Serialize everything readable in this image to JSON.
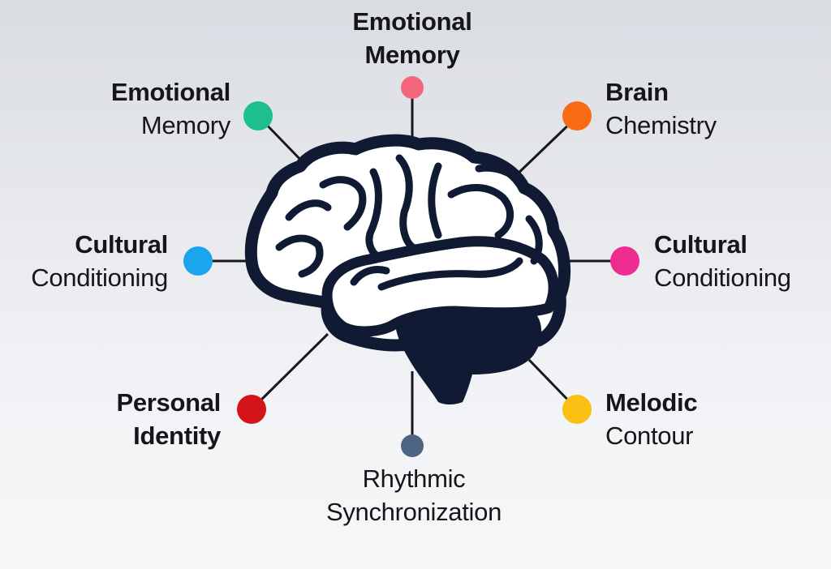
{
  "diagram": {
    "title": "",
    "center_node": {
      "name": "brain",
      "color": "#101a33"
    },
    "nodes": [
      {
        "id": "top",
        "line1": "Emotional",
        "line2": "Memory",
        "line1_bold": true,
        "line2_bold": true,
        "color": "#f2657b"
      },
      {
        "id": "top-left",
        "line1": "Emotional",
        "line2": "Memory",
        "line1_bold": true,
        "line2_bold": false,
        "color": "#1dbf8f"
      },
      {
        "id": "top-right",
        "line1": "Brain",
        "line2": "Chemistry",
        "line1_bold": true,
        "line2_bold": false,
        "color": "#f96a14"
      },
      {
        "id": "left",
        "line1": "Cultural",
        "line2": "Conditioning",
        "line1_bold": true,
        "line2_bold": false,
        "color": "#1aa5ec"
      },
      {
        "id": "right",
        "line1": "Cultural",
        "line2": "Conditioning",
        "line1_bold": true,
        "line2_bold": false,
        "color": "#ee2b8f"
      },
      {
        "id": "bottom-left",
        "line1": "Personal",
        "line2": "Identity",
        "line1_bold": true,
        "line2_bold": true,
        "color": "#d41419"
      },
      {
        "id": "bottom-right",
        "line1": "Melodic",
        "line2": "Contour",
        "line1_bold": true,
        "line2_bold": false,
        "color": "#f8c012"
      },
      {
        "id": "bottom",
        "line1": "Rhythmic",
        "line2": "Synchronization",
        "line1_bold": false,
        "line2_bold": false,
        "color": "#4d6482"
      }
    ]
  }
}
